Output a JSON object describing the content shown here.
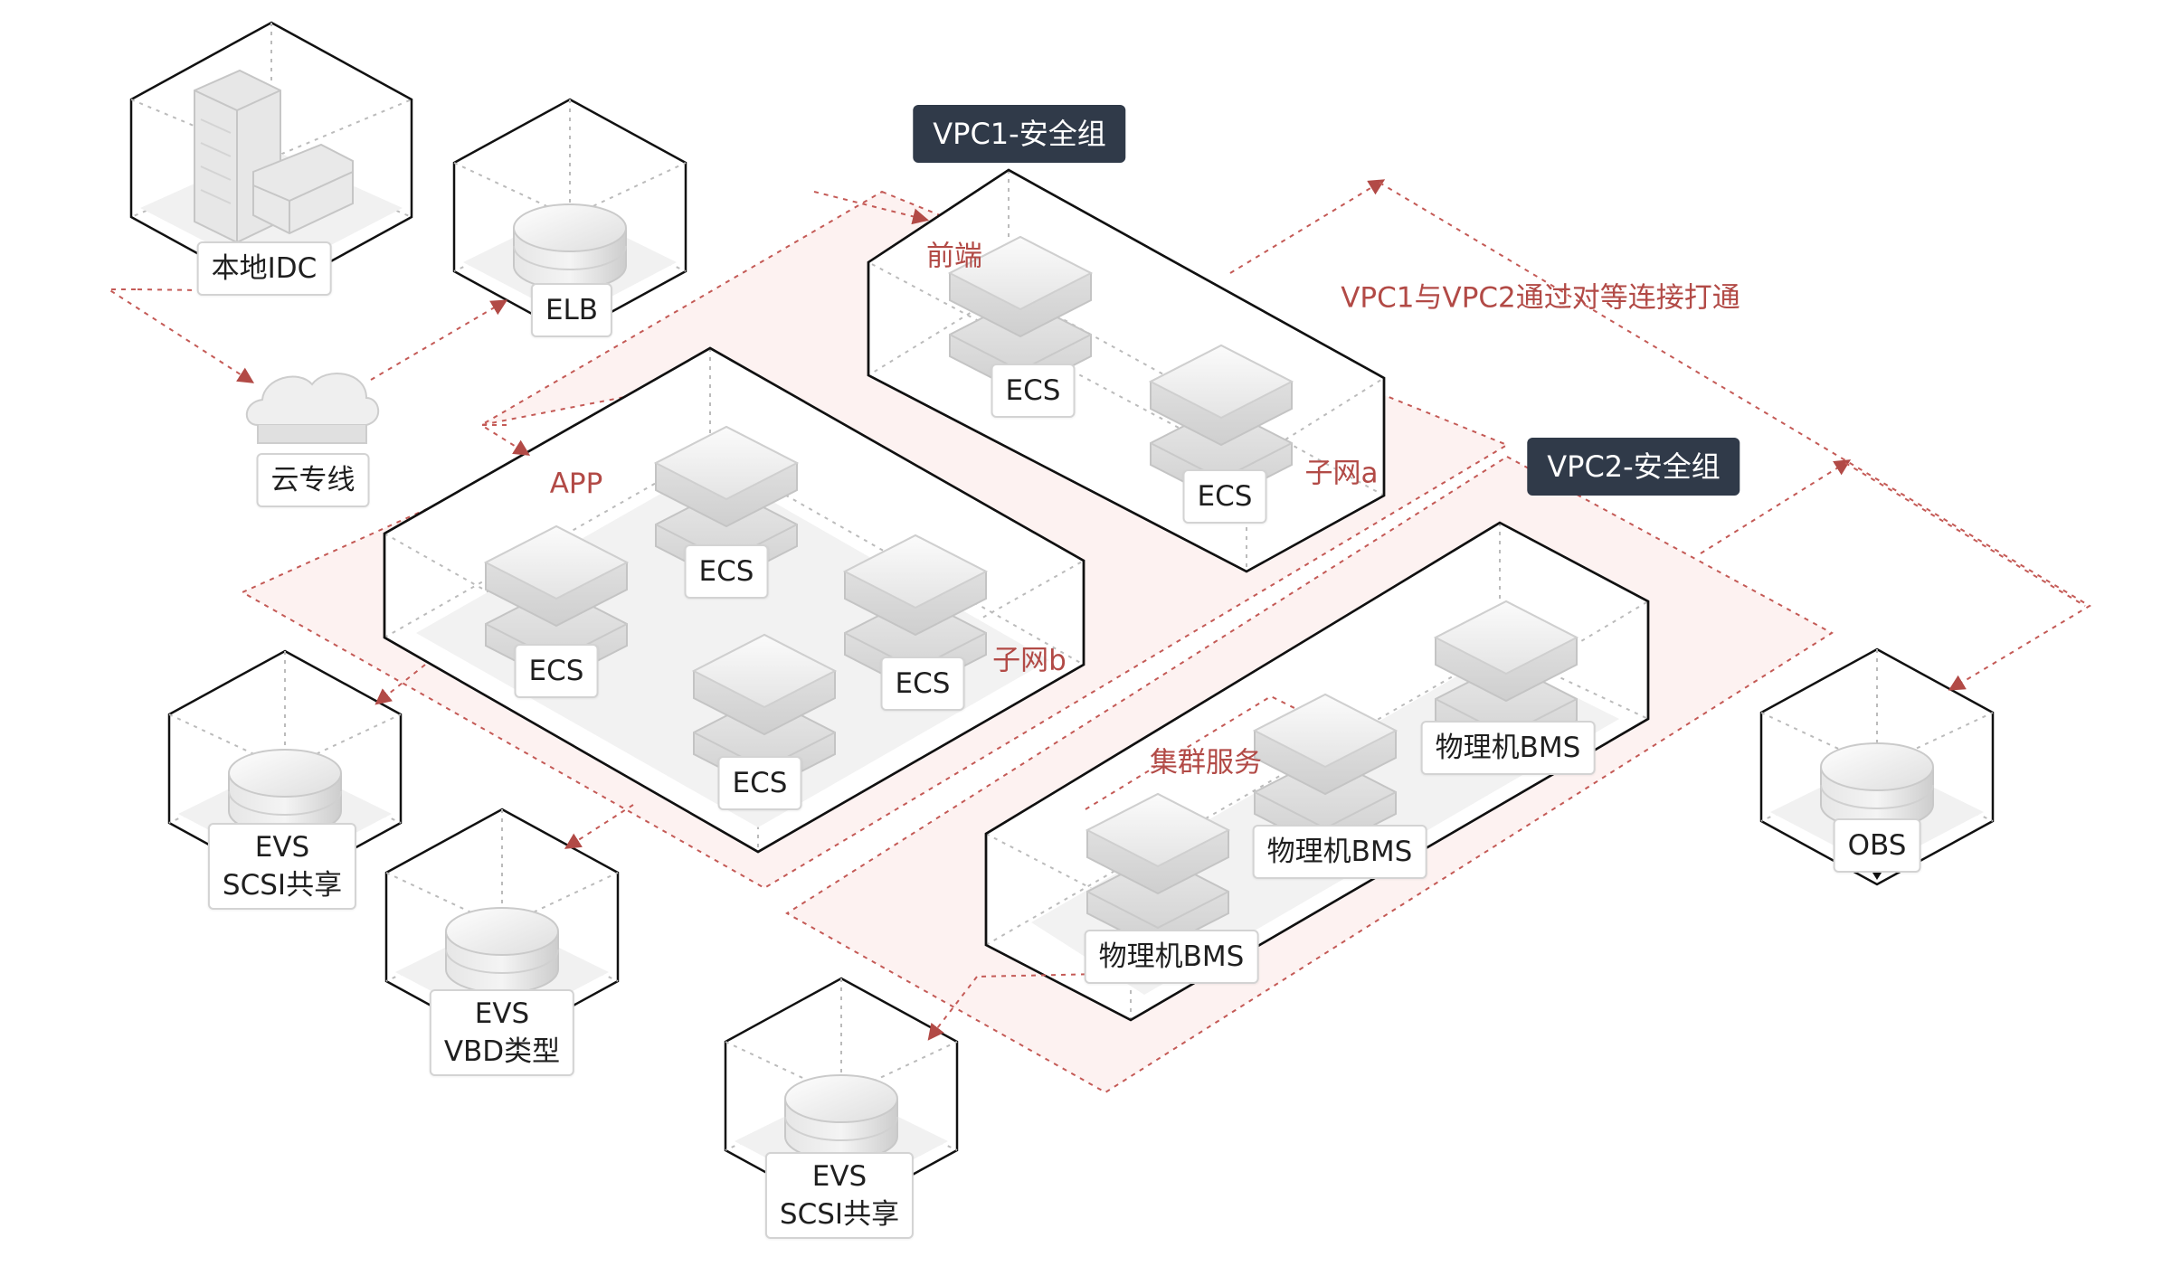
{
  "vpcs": {
    "vpc1": "VPC1-安全组",
    "vpc2": "VPC2-安全组",
    "peering": "VPC1与VPC2通过对等连接打通"
  },
  "subnets": {
    "frontend": "前端",
    "subnet_a": "子网a",
    "app": "APP",
    "subnet_b": "子网b",
    "cluster": "集群服务"
  },
  "nodes": {
    "idc": "本地IDC",
    "elb": "ELB",
    "direct_connect": "云专线",
    "ecs_front_1": "ECS",
    "ecs_front_2": "ECS",
    "ecs_app_1": "ECS",
    "ecs_app_2": "ECS",
    "ecs_app_3": "ECS",
    "ecs_app_4": "ECS",
    "bms_1": "物理机BMS",
    "bms_2": "物理机BMS",
    "bms_3": "物理机BMS",
    "obs": "OBS",
    "evs_1": {
      "line1": "EVS",
      "line2": "SCSI共享"
    },
    "evs_2": {
      "line1": "EVS",
      "line2": "VBD类型"
    },
    "evs_3": {
      "line1": "EVS",
      "line2": "SCSI共享"
    }
  },
  "colors": {
    "accent_red": "#b24a46",
    "badge_bg": "#303a49",
    "zone_fill": "#fdf2f1",
    "line": "#111111"
  }
}
